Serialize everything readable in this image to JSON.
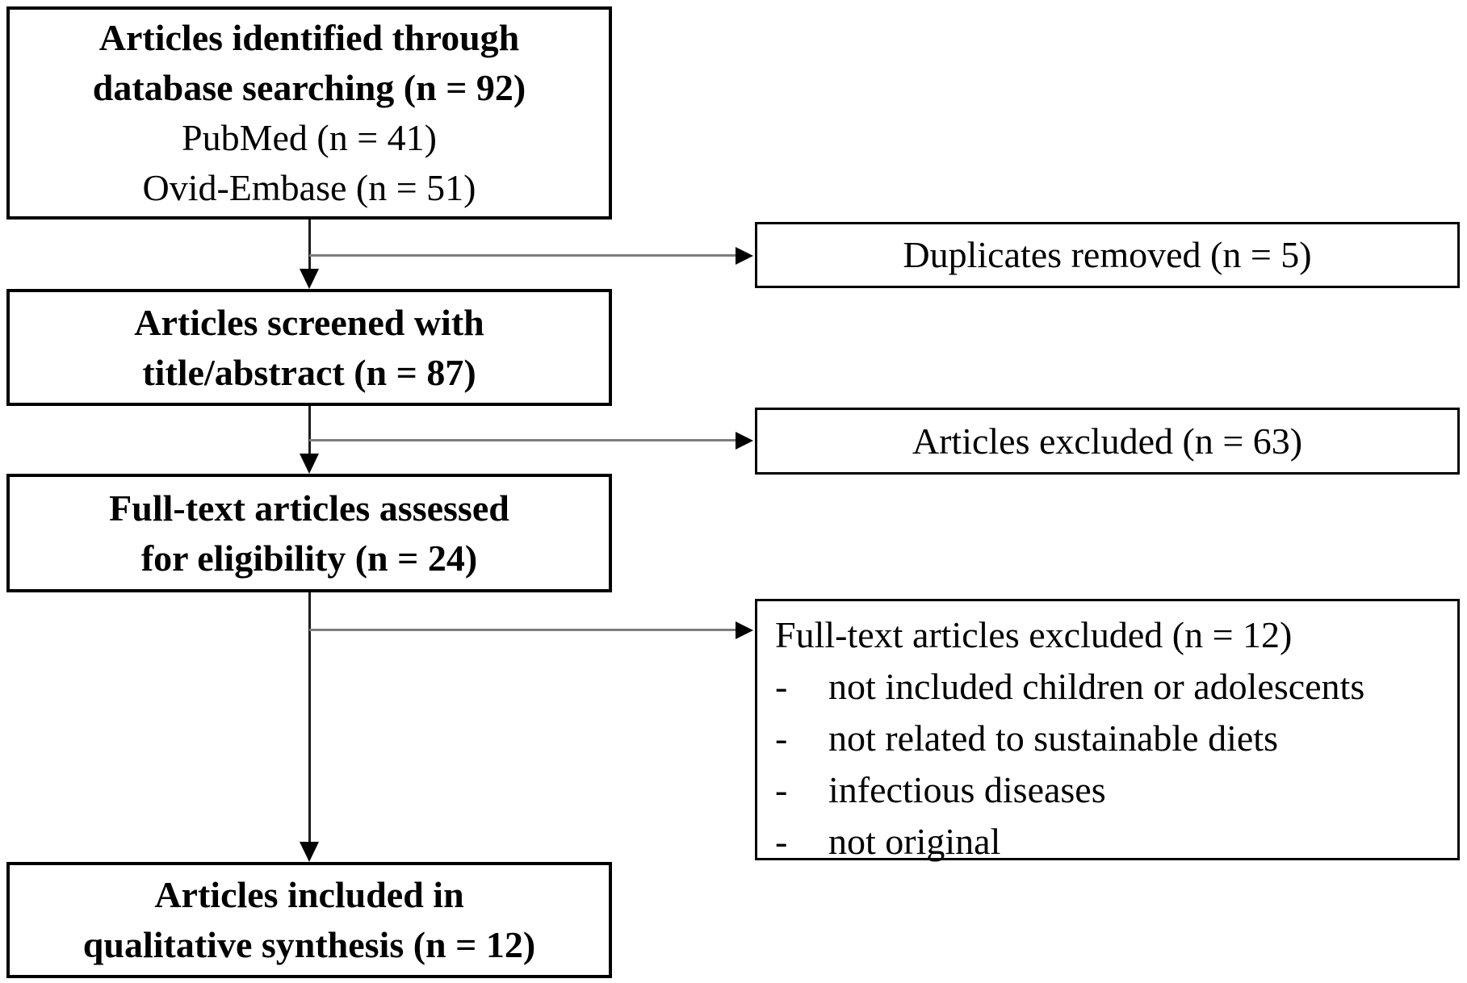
{
  "boxes": {
    "identification": {
      "line1": "Articles identified through",
      "line2": "database searching (n = 92)",
      "line3": "PubMed (n = 41)",
      "line4": "Ovid-Embase (n = 51)"
    },
    "duplicates": {
      "label": "Duplicates removed (n = 5)"
    },
    "screening": {
      "line1": "Articles screened with",
      "line2": "title/abstract (n = 87)"
    },
    "excluded": {
      "label": "Articles excluded (n = 63)"
    },
    "eligibility": {
      "line1": "Full-text articles assessed",
      "line2": "for eligibility (n = 24)"
    },
    "fulltext_excluded": {
      "title": "Full-text articles excluded (n = 12)",
      "bullet_char": "-",
      "reason1": "not included children or adolescents",
      "reason2": "not related to sustainable diets",
      "reason3": "infectious diseases",
      "reason4": "not original"
    },
    "included": {
      "line1": "Articles included in",
      "line2": "qualitative synthesis (n = 12)"
    }
  },
  "colors": {
    "background": "#ffffff",
    "border": "#000000",
    "text": "#000000",
    "arrow_line_vertical": "#1c1c1c",
    "arrow_line_horizontal": "#7d7d7d",
    "arrow_head": "#000000"
  }
}
